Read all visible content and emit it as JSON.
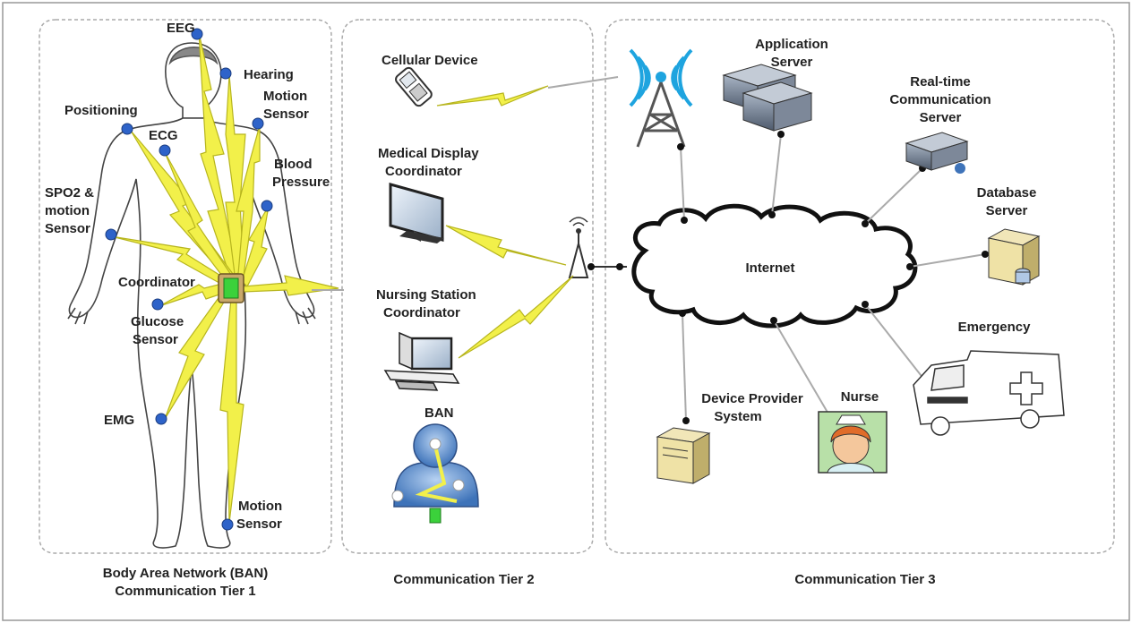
{
  "tier1": {
    "footer": [
      "Body Area Network (BAN)",
      "Communication Tier 1"
    ],
    "sensors": {
      "eeg": [
        "EEG"
      ],
      "hearing": [
        "Hearing"
      ],
      "motion_sensor_top": [
        "Motion",
        "Sensor"
      ],
      "positioning": [
        "Positioning"
      ],
      "ecg": [
        "ECG"
      ],
      "blood_pressure": [
        "Blood",
        "Pressure"
      ],
      "spo2": [
        "SPO2 &",
        "motion",
        "Sensor"
      ],
      "coordinator": [
        "Coordinator"
      ],
      "glucose": [
        "Glucose",
        "Sensor"
      ],
      "emg": [
        "EMG"
      ],
      "motion_sensor_bottom": [
        "Motion",
        "Sensor"
      ]
    }
  },
  "tier2": {
    "footer": [
      "Communication Tier 2"
    ],
    "devices": {
      "cellular": [
        "Cellular Device"
      ],
      "medical_display": [
        "Medical Display",
        "Coordinator"
      ],
      "nursing_station": [
        "Nursing Station",
        "Coordinator"
      ],
      "ban": [
        "BAN"
      ]
    }
  },
  "tier3": {
    "footer": [
      "Communication Tier 3"
    ],
    "internet": [
      "Internet"
    ],
    "nodes": {
      "application_server": [
        "Application",
        "Server"
      ],
      "realtime_server": [
        "Real-time",
        "Communication",
        "Server"
      ],
      "database_server": [
        "Database",
        "Server"
      ],
      "emergency": [
        "Emergency"
      ],
      "nurse": [
        "Nurse"
      ],
      "device_provider": [
        "Device Provider",
        "System"
      ]
    }
  },
  "colors": {
    "lightning": "#f2f04a",
    "lightning_stroke": "#b7b51e",
    "sensor_dot": "#2e63c9",
    "panel_border": "#aaaaaa",
    "outer_border": "#999999"
  }
}
